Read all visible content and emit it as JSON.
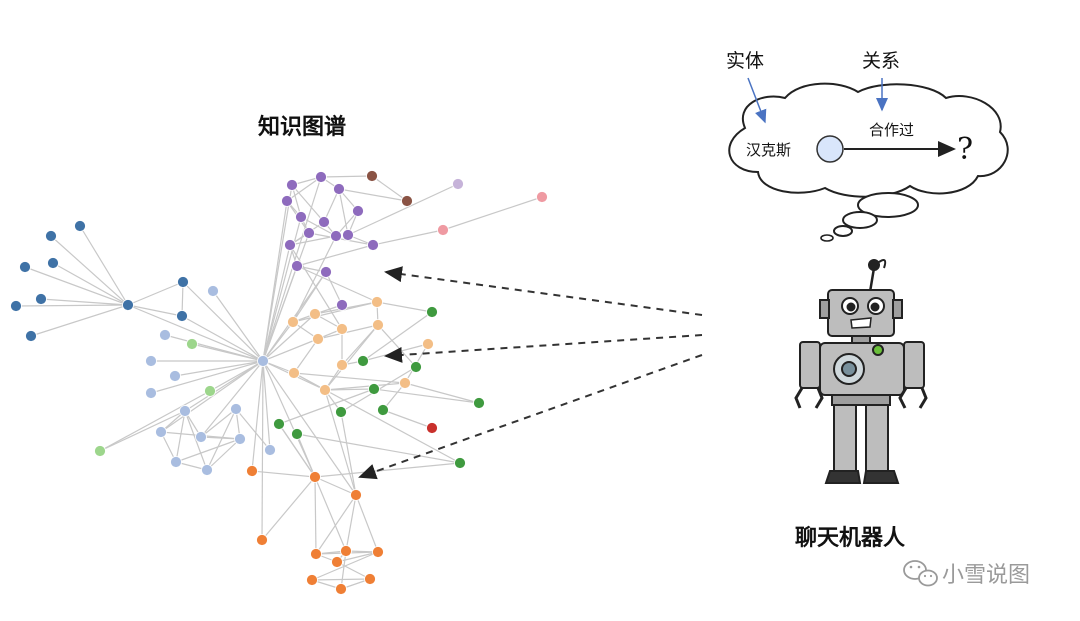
{
  "titles": {
    "graph": "知识图谱",
    "bot": "聊天机器人"
  },
  "thought": {
    "entity_label": "实体",
    "relation_label": "关系",
    "subject": "汉克斯",
    "relation": "合作过",
    "unknown": "?"
  },
  "watermark": {
    "text": "小雪说图",
    "icon": "wechat-icon"
  },
  "colors": {
    "purple": "#8e6bbd",
    "blue": "#3f72a6",
    "lightblue": "#a9bde0",
    "lightgreen": "#9dd68c",
    "green": "#3f9a3f",
    "orange": "#ef7f35",
    "peach": "#f3be86",
    "red": "#c9302c",
    "brown": "#8a5344",
    "pink": "#ef9aa2",
    "lavender": "#c6b3d9",
    "edge": "#c8c8c8",
    "robot_body": "#bdbdbd"
  },
  "graph": {
    "nodes": [
      {
        "id": "hub",
        "c": "lightblue"
      },
      {
        "id": "p1",
        "c": "purple"
      },
      {
        "id": "p2",
        "c": "purple"
      },
      {
        "id": "p3",
        "c": "purple"
      },
      {
        "id": "p4",
        "c": "purple"
      },
      {
        "id": "p5",
        "c": "purple"
      },
      {
        "id": "p6",
        "c": "purple"
      },
      {
        "id": "p7",
        "c": "purple"
      },
      {
        "id": "p8",
        "c": "purple"
      },
      {
        "id": "p9",
        "c": "purple"
      },
      {
        "id": "p10",
        "c": "purple"
      },
      {
        "id": "p11",
        "c": "purple"
      },
      {
        "id": "p12",
        "c": "purple"
      },
      {
        "id": "p13",
        "c": "purple"
      },
      {
        "id": "p14",
        "c": "purple"
      },
      {
        "id": "p15",
        "c": "purple"
      },
      {
        "id": "br1",
        "c": "brown"
      },
      {
        "id": "br2",
        "c": "brown"
      },
      {
        "id": "lv1",
        "c": "lavender"
      },
      {
        "id": "pk1",
        "c": "pink"
      },
      {
        "id": "pk2",
        "c": "pink"
      },
      {
        "id": "b1",
        "c": "blue"
      },
      {
        "id": "b2",
        "c": "blue"
      },
      {
        "id": "b3",
        "c": "blue"
      },
      {
        "id": "b4",
        "c": "blue"
      },
      {
        "id": "b5",
        "c": "blue"
      },
      {
        "id": "b6",
        "c": "blue"
      },
      {
        "id": "b7",
        "c": "blue"
      },
      {
        "id": "b8",
        "c": "blue"
      },
      {
        "id": "b9",
        "c": "blue"
      },
      {
        "id": "b10",
        "c": "blue"
      },
      {
        "id": "l1",
        "c": "lightblue"
      },
      {
        "id": "l2",
        "c": "lightblue"
      },
      {
        "id": "l3",
        "c": "lightblue"
      },
      {
        "id": "l4",
        "c": "lightblue"
      },
      {
        "id": "l5",
        "c": "lightblue"
      },
      {
        "id": "l6",
        "c": "lightblue"
      },
      {
        "id": "l7",
        "c": "lightblue"
      },
      {
        "id": "l8",
        "c": "lightblue"
      },
      {
        "id": "l9",
        "c": "lightblue"
      },
      {
        "id": "l10",
        "c": "lightblue"
      },
      {
        "id": "l11",
        "c": "lightblue"
      },
      {
        "id": "l12",
        "c": "lightblue"
      },
      {
        "id": "l13",
        "c": "lightblue"
      },
      {
        "id": "lg1",
        "c": "lightgreen"
      },
      {
        "id": "lg2",
        "c": "lightgreen"
      },
      {
        "id": "lg3",
        "c": "lightgreen"
      },
      {
        "id": "pe1",
        "c": "peach"
      },
      {
        "id": "pe2",
        "c": "peach"
      },
      {
        "id": "pe3",
        "c": "peach"
      },
      {
        "id": "pe4",
        "c": "peach"
      },
      {
        "id": "pe5",
        "c": "peach"
      },
      {
        "id": "pe6",
        "c": "peach"
      },
      {
        "id": "pe7",
        "c": "peach"
      },
      {
        "id": "pe8",
        "c": "peach"
      },
      {
        "id": "pe9",
        "c": "peach"
      },
      {
        "id": "pe10",
        "c": "peach"
      },
      {
        "id": "pe11",
        "c": "peach"
      },
      {
        "id": "g1",
        "c": "green"
      },
      {
        "id": "g2",
        "c": "green"
      },
      {
        "id": "g3",
        "c": "green"
      },
      {
        "id": "g4",
        "c": "green"
      },
      {
        "id": "g5",
        "c": "green"
      },
      {
        "id": "g6",
        "c": "green"
      },
      {
        "id": "g7",
        "c": "green"
      },
      {
        "id": "g8",
        "c": "green"
      },
      {
        "id": "g9",
        "c": "green"
      },
      {
        "id": "g10",
        "c": "green"
      },
      {
        "id": "r1",
        "c": "red"
      },
      {
        "id": "o1",
        "c": "orange"
      },
      {
        "id": "o2",
        "c": "orange"
      },
      {
        "id": "o3",
        "c": "orange"
      },
      {
        "id": "o4",
        "c": "orange"
      },
      {
        "id": "o5",
        "c": "orange"
      },
      {
        "id": "o6",
        "c": "orange"
      },
      {
        "id": "o7",
        "c": "orange"
      },
      {
        "id": "o8",
        "c": "orange"
      },
      {
        "id": "o9",
        "c": "orange"
      },
      {
        "id": "o10",
        "c": "orange"
      },
      {
        "id": "o11",
        "c": "orange"
      }
    ],
    "edges": [
      [
        "b1",
        "b6"
      ],
      [
        "b2",
        "b6"
      ],
      [
        "b3",
        "b6"
      ],
      [
        "b4",
        "b6"
      ],
      [
        "b5",
        "b6"
      ],
      [
        "b7",
        "b6"
      ],
      [
        "b8",
        "b6"
      ],
      [
        "b9",
        "b6"
      ],
      [
        "b6",
        "b10"
      ],
      [
        "b10",
        "b9"
      ],
      [
        "b10",
        "hub"
      ],
      [
        "b9",
        "hub"
      ],
      [
        "b6",
        "hub"
      ],
      [
        "p1",
        "p2"
      ],
      [
        "p1",
        "p3"
      ],
      [
        "p1",
        "p4"
      ],
      [
        "p2",
        "p5"
      ],
      [
        "p2",
        "p6"
      ],
      [
        "p3",
        "p6"
      ],
      [
        "p3",
        "p7"
      ],
      [
        "p4",
        "p5"
      ],
      [
        "p5",
        "p8"
      ],
      [
        "p6",
        "p9"
      ],
      [
        "p7",
        "p9"
      ],
      [
        "p7",
        "p10"
      ],
      [
        "p8",
        "p11"
      ],
      [
        "p9",
        "p11"
      ],
      [
        "p10",
        "p12"
      ],
      [
        "p11",
        "p13"
      ],
      [
        "p12",
        "p13"
      ],
      [
        "p8",
        "p12"
      ],
      [
        "p5",
        "p9"
      ],
      [
        "p4",
        "p8"
      ],
      [
        "p6",
        "p11"
      ],
      [
        "p13",
        "p14"
      ],
      [
        "p14",
        "p15"
      ],
      [
        "p3",
        "p10"
      ],
      [
        "br1",
        "p1"
      ],
      [
        "br2",
        "p3"
      ],
      [
        "br1",
        "br2"
      ],
      [
        "lv1",
        "p10"
      ],
      [
        "pk1",
        "p12"
      ],
      [
        "pk2",
        "pk1"
      ],
      [
        "p1",
        "hub"
      ],
      [
        "p2",
        "hub"
      ],
      [
        "p4",
        "hub"
      ],
      [
        "p5",
        "hub"
      ],
      [
        "p8",
        "hub"
      ],
      [
        "p11",
        "hub"
      ],
      [
        "p13",
        "hub"
      ],
      [
        "p14",
        "hub"
      ],
      [
        "p15",
        "pe1"
      ],
      [
        "p14",
        "pe2"
      ],
      [
        "p11",
        "pe3"
      ],
      [
        "p13",
        "pe4"
      ],
      [
        "p9",
        "pe2"
      ],
      [
        "pe1",
        "pe2"
      ],
      [
        "pe1",
        "pe3"
      ],
      [
        "pe2",
        "pe4"
      ],
      [
        "pe3",
        "pe5"
      ],
      [
        "pe4",
        "pe6"
      ],
      [
        "pe5",
        "pe6"
      ],
      [
        "pe5",
        "pe7"
      ],
      [
        "pe6",
        "pe8"
      ],
      [
        "pe7",
        "pe9"
      ],
      [
        "pe8",
        "pe9"
      ],
      [
        "pe9",
        "pe10"
      ],
      [
        "pe10",
        "pe11"
      ],
      [
        "pe3",
        "pe8"
      ],
      [
        "pe2",
        "pe5"
      ],
      [
        "pe1",
        "pe4"
      ],
      [
        "pe6",
        "pe9"
      ],
      [
        "pe7",
        "pe10"
      ],
      [
        "pe1",
        "hub"
      ],
      [
        "pe2",
        "hub"
      ],
      [
        "pe3",
        "hub"
      ],
      [
        "pe5",
        "hub"
      ],
      [
        "pe7",
        "hub"
      ],
      [
        "pe9",
        "hub"
      ],
      [
        "g1",
        "pe4"
      ],
      [
        "g2",
        "pe8"
      ],
      [
        "g3",
        "pe6"
      ],
      [
        "g4",
        "pe9"
      ],
      [
        "g5",
        "pe10"
      ],
      [
        "g6",
        "g4"
      ],
      [
        "g7",
        "pe10"
      ],
      [
        "g8",
        "pe9"
      ],
      [
        "g9",
        "g10"
      ],
      [
        "g10",
        "pe7"
      ],
      [
        "g4",
        "g7"
      ],
      [
        "g3",
        "g8"
      ],
      [
        "r1",
        "g5"
      ],
      [
        "g2",
        "pe11"
      ],
      [
        "g1",
        "g2"
      ],
      [
        "g6",
        "o1"
      ],
      [
        "g9",
        "o1"
      ],
      [
        "g8",
        "o2"
      ],
      [
        "l1",
        "hub"
      ],
      [
        "l2",
        "hub"
      ],
      [
        "l3",
        "hub"
      ],
      [
        "l4",
        "hub"
      ],
      [
        "l5",
        "hub"
      ],
      [
        "l6",
        "hub"
      ],
      [
        "l7",
        "hub"
      ],
      [
        "l8",
        "hub"
      ],
      [
        "l6",
        "l7"
      ],
      [
        "l6",
        "l8"
      ],
      [
        "l7",
        "l9"
      ],
      [
        "l8",
        "l9"
      ],
      [
        "l9",
        "l10"
      ],
      [
        "l10",
        "l11"
      ],
      [
        "l11",
        "l12"
      ],
      [
        "l9",
        "l12"
      ],
      [
        "l7",
        "l10"
      ],
      [
        "l6",
        "l11"
      ],
      [
        "l8",
        "l12"
      ],
      [
        "l6",
        "l10"
      ],
      [
        "l13",
        "l12"
      ],
      [
        "l13",
        "hub"
      ],
      [
        "l9",
        "l11"
      ],
      [
        "lg1",
        "hub"
      ],
      [
        "lg2",
        "hub"
      ],
      [
        "lg3",
        "lg2"
      ],
      [
        "lg3",
        "l6"
      ],
      [
        "o1",
        "hub"
      ],
      [
        "o2",
        "hub"
      ],
      [
        "o3",
        "hub"
      ],
      [
        "o4",
        "hub"
      ],
      [
        "o1",
        "o2"
      ],
      [
        "o1",
        "o4"
      ],
      [
        "o2",
        "o5"
      ],
      [
        "o2",
        "o6"
      ],
      [
        "o5",
        "o6"
      ],
      [
        "o5",
        "o7"
      ],
      [
        "o6",
        "o8"
      ],
      [
        "o7",
        "o8"
      ],
      [
        "o7",
        "o9"
      ],
      [
        "o8",
        "o10"
      ],
      [
        "o9",
        "o11"
      ],
      [
        "o10",
        "o11"
      ],
      [
        "o9",
        "o10"
      ],
      [
        "o5",
        "o8"
      ],
      [
        "o6",
        "o7"
      ],
      [
        "o6",
        "o11"
      ],
      [
        "o1",
        "o5"
      ],
      [
        "o1",
        "o6"
      ],
      [
        "o2",
        "o7"
      ],
      [
        "o1",
        "g10"
      ],
      [
        "o2",
        "pe9"
      ],
      [
        "o1",
        "g6"
      ],
      [
        "o3",
        "o1"
      ]
    ]
  }
}
